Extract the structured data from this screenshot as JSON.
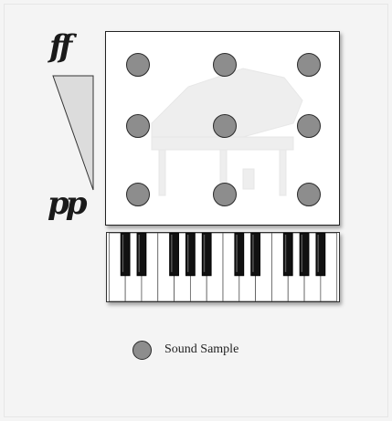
{
  "dynamics": {
    "loud_label": "ff",
    "soft_label": "pp"
  },
  "grid": {
    "rows": 3,
    "cols": 3
  },
  "keyboard": {
    "white_key_count": 14,
    "black_key_pattern": [
      1,
      1,
      0,
      1,
      1,
      1,
      0,
      1,
      1,
      0,
      1,
      1,
      1
    ]
  },
  "legend": {
    "label": "Sound Sample"
  },
  "colors": {
    "sample_fill": "#8d8d8d",
    "background": "#f4f4f4"
  }
}
